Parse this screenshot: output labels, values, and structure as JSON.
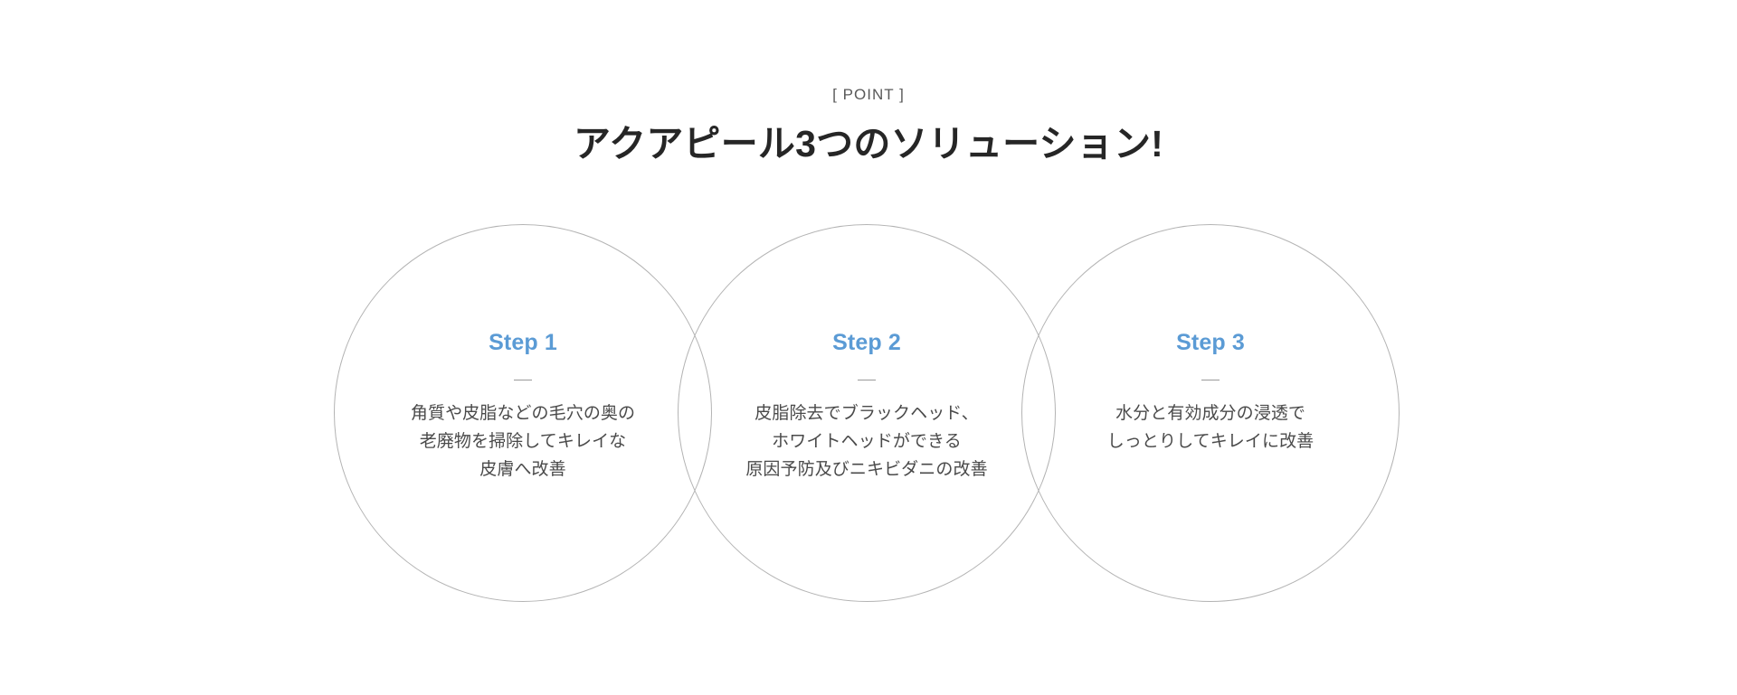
{
  "header": {
    "eyebrow": "[ POINT ]",
    "headline": "アクアピール3つのソリューション!"
  },
  "colors": {
    "accent_blue": "#5b9bd5",
    "headline": "#262626",
    "eyebrow": "#595959",
    "body_text": "#4a4a4a",
    "circle_stroke": "#b3b3b3",
    "divider": "#9a9a9a",
    "background": "#ffffff"
  },
  "steps": [
    {
      "title": "Step 1",
      "lines": [
        "角質や皮脂などの毛穴の奥の",
        "老廃物を掃除してキレイな",
        "皮膚へ改善"
      ]
    },
    {
      "title": "Step 2",
      "lines": [
        "皮脂除去でブラックヘッド、",
        "ホワイトヘッドができる",
        "原因予防及びニキビダニの改善"
      ]
    },
    {
      "title": "Step 3",
      "lines": [
        "水分と有効成分の浸透で",
        "しっとりしてキレイに改善"
      ]
    }
  ]
}
